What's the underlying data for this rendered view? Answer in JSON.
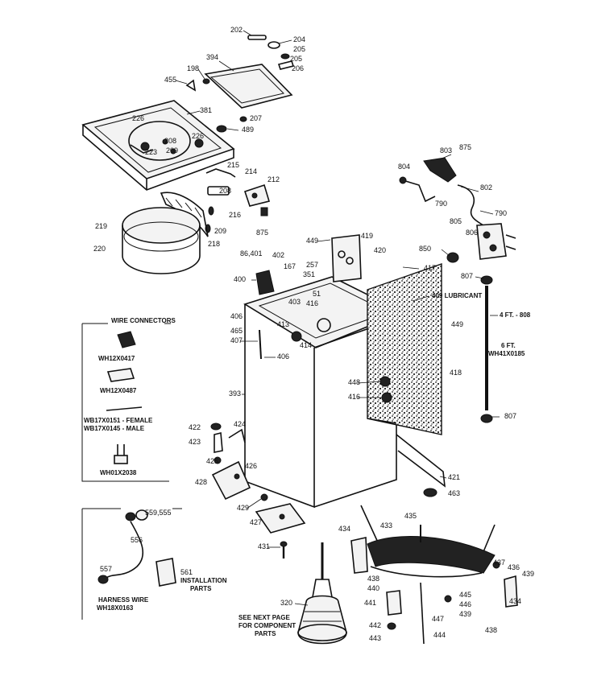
{
  "callouts": [
    "202",
    "204",
    "205",
    "205",
    "206",
    "394",
    "198",
    "455",
    "381",
    "226",
    "489",
    "207",
    "223",
    "208",
    "209",
    "226",
    "215",
    "214",
    "212",
    "208",
    "216",
    "209",
    "875",
    "219",
    "218",
    "220",
    "803",
    "875",
    "804",
    "802",
    "790",
    "790",
    "805",
    "806",
    "850",
    "807",
    "449",
    "419",
    "420",
    "417",
    "86,401",
    "167",
    "257",
    "400",
    "402",
    "351",
    "409 LUBRICANT",
    "406",
    "403",
    "416",
    "51",
    "465",
    "413",
    "407",
    "414",
    "406",
    "449",
    "4 FT. - 808",
    "6 FT.",
    "WH41X0185",
    "448",
    "416",
    "418",
    "393",
    "422",
    "424",
    "423",
    "425",
    "426",
    "428",
    "421",
    "463",
    "807",
    "429",
    "427",
    "431",
    "434",
    "433",
    "435",
    "437",
    "436",
    "439",
    "438",
    "440",
    "445",
    "446",
    "441",
    "447",
    "439",
    "434",
    "442",
    "444",
    "443",
    "438",
    "320"
  ],
  "wire_connectors": {
    "title": "WIRE CONNECTORS",
    "items": [
      "WH12X0417",
      "WH12X0487",
      "WB17X0151 - FEMALE",
      "WB17X0145 - MALE",
      "WH01X2038"
    ]
  },
  "harness_box": {
    "labels": [
      "559,555",
      "556",
      "557",
      "561",
      "INSTALLATION",
      "PARTS",
      "HARNESS WIRE",
      "WH18X0163"
    ]
  },
  "footnote": [
    "SEE NEXT PAGE",
    "FOR COMPONENT",
    "PARTS"
  ]
}
